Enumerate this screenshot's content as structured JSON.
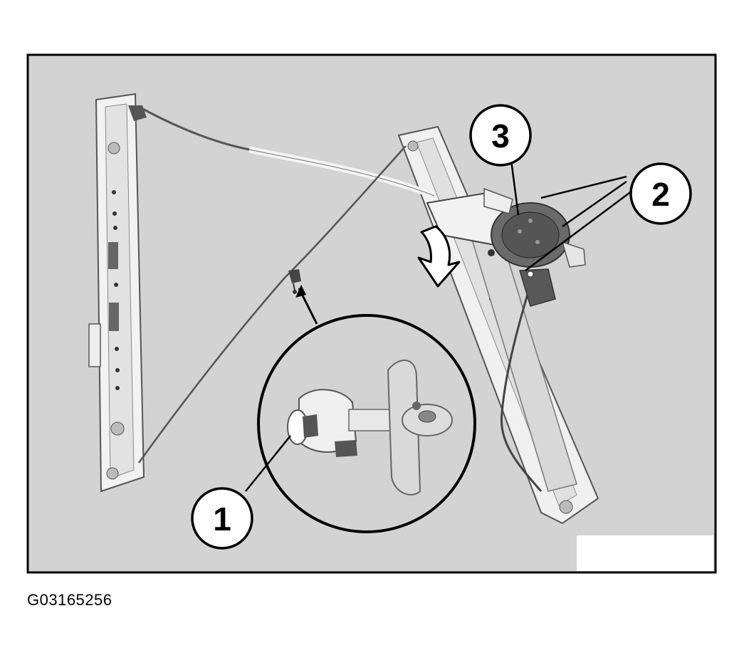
{
  "figure": {
    "id": "G03165256",
    "background_color": "#d3d3d3",
    "callouts": [
      "1",
      "2",
      "3"
    ]
  }
}
